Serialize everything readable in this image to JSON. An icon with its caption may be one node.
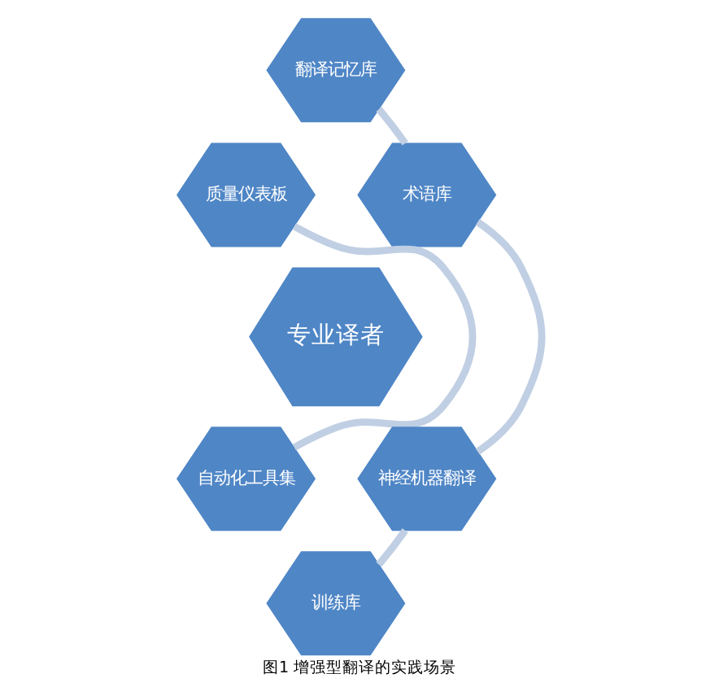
{
  "diagram": {
    "caption": "图1 增强型翻译的实践场景",
    "nodes": [
      {
        "text": [
          "翻译记忆库"
        ]
      },
      {
        "text": [
          "质量仪表板"
        ]
      },
      {
        "text": [
          "术语库"
        ]
      },
      {
        "text": [
          "专业译者"
        ]
      },
      {
        "text": [
          "自动化工具集"
        ]
      },
      {
        "text": [
          "神经机器翻译"
        ]
      },
      {
        "text": [
          "训练库"
        ]
      }
    ],
    "edges": [
      {
        "from": 0,
        "to": 2,
        "arrow": "none"
      },
      {
        "from": 2,
        "to": 5,
        "arrow": "none"
      },
      {
        "from": 1,
        "to": 4,
        "arrow": "none"
      },
      {
        "from": 5,
        "to": 6,
        "arrow": "none"
      }
    ]
  }
}
